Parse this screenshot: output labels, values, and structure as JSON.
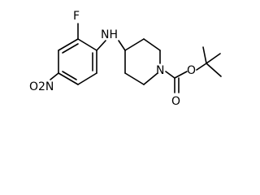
{
  "molecule": {
    "atoms": {
      "fluorine": "F",
      "amine_nitrogen": "NH",
      "ring_nitrogen": "N",
      "nitro": "O2N",
      "carbonyl_oxygen": "O",
      "ester_oxygen": "O"
    }
  },
  "colors": {
    "bond": "#000000",
    "label": "#000000",
    "background": "#ffffff"
  }
}
